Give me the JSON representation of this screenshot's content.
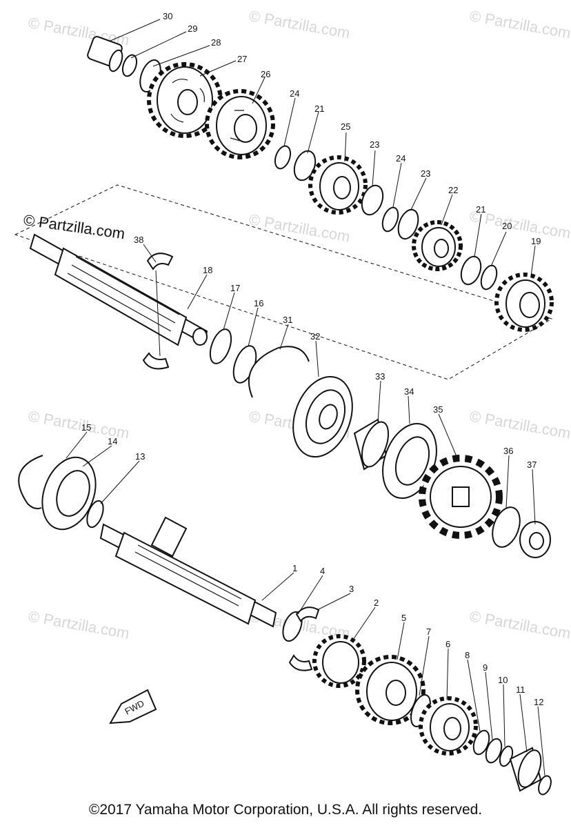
{
  "watermark": {
    "text": "© Partzilla.com",
    "strong_text": "© Partzilla.com"
  },
  "fwd_label": "FWD",
  "copyright": "©2017 Yamaha Motor Corporation, U.S.A. All rights reserved.",
  "callouts": [
    {
      "id": "30",
      "text": "30"
    },
    {
      "id": "29",
      "text": "29"
    },
    {
      "id": "28",
      "text": "28"
    },
    {
      "id": "27",
      "text": "27"
    },
    {
      "id": "26",
      "text": "26"
    },
    {
      "id": "24a",
      "text": "24"
    },
    {
      "id": "21a",
      "text": "21"
    },
    {
      "id": "25",
      "text": "25"
    },
    {
      "id": "23a",
      "text": "23"
    },
    {
      "id": "24b",
      "text": "24"
    },
    {
      "id": "23b",
      "text": "23"
    },
    {
      "id": "22",
      "text": "22"
    },
    {
      "id": "21b",
      "text": "21"
    },
    {
      "id": "20",
      "text": "20"
    },
    {
      "id": "19",
      "text": "19"
    },
    {
      "id": "38",
      "text": "38"
    },
    {
      "id": "18",
      "text": "18"
    },
    {
      "id": "17",
      "text": "17"
    },
    {
      "id": "16",
      "text": "16"
    },
    {
      "id": "31",
      "text": "31"
    },
    {
      "id": "32",
      "text": "32"
    },
    {
      "id": "33",
      "text": "33"
    },
    {
      "id": "34",
      "text": "34"
    },
    {
      "id": "35",
      "text": "35"
    },
    {
      "id": "36",
      "text": "36"
    },
    {
      "id": "37",
      "text": "37"
    },
    {
      "id": "15",
      "text": "15"
    },
    {
      "id": "14",
      "text": "14"
    },
    {
      "id": "13",
      "text": "13"
    },
    {
      "id": "1",
      "text": "1"
    },
    {
      "id": "4",
      "text": "4"
    },
    {
      "id": "3",
      "text": "3"
    },
    {
      "id": "2",
      "text": "2"
    },
    {
      "id": "5",
      "text": "5"
    },
    {
      "id": "7",
      "text": "7"
    },
    {
      "id": "6",
      "text": "6"
    },
    {
      "id": "8",
      "text": "8"
    },
    {
      "id": "9",
      "text": "9"
    },
    {
      "id": "10",
      "text": "10"
    },
    {
      "id": "11",
      "text": "11"
    },
    {
      "id": "12",
      "text": "12"
    }
  ]
}
